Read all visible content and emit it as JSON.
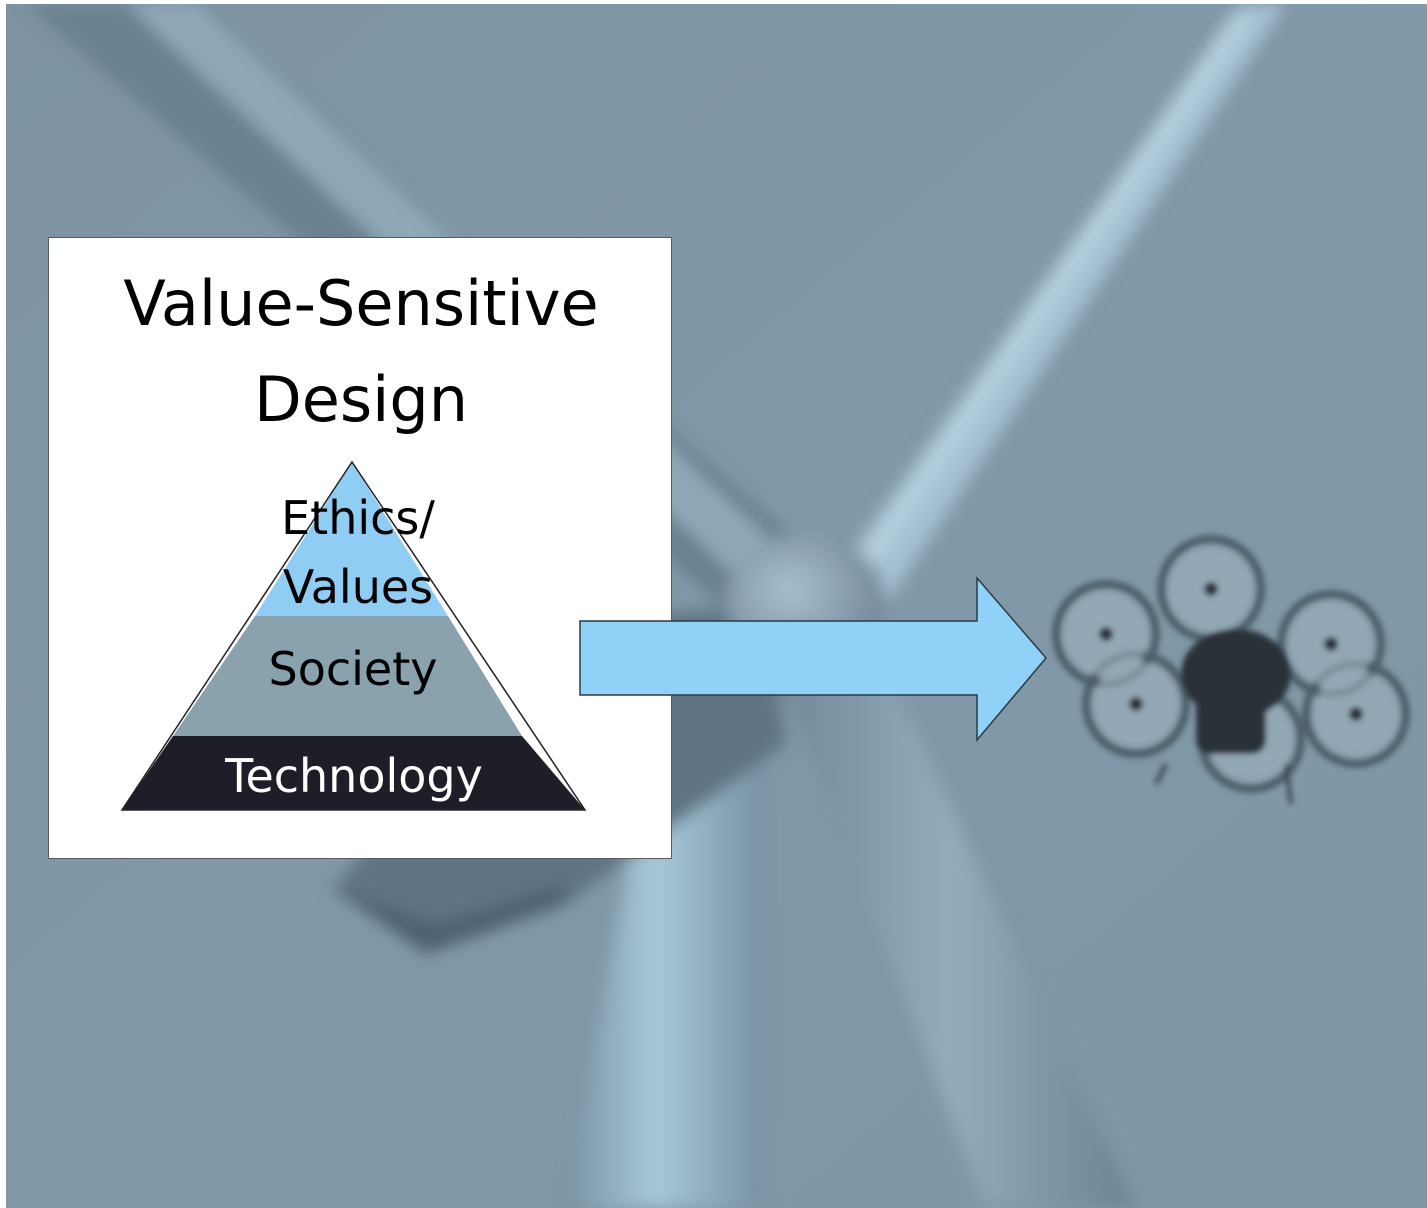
{
  "title": {
    "line1": "Value-Sensitive",
    "line2": "Design"
  },
  "pyramid": {
    "top_line1": "Ethics/",
    "top_line2": "Values",
    "middle": "Society",
    "bottom": "Technology"
  },
  "colors": {
    "photo_sky": "#7f97a6",
    "pyramid_top": "#90cdf4",
    "pyramid_middle": "#8aa1ae",
    "pyramid_bottom": "#1e1e28",
    "arrow_fill": "#8fd1f7",
    "panel_background": "#ffffff"
  },
  "icons": {
    "arrow": "right-arrow-icon",
    "background_subject": "wind-turbine",
    "drone": "hexacopter-drone-icon"
  }
}
